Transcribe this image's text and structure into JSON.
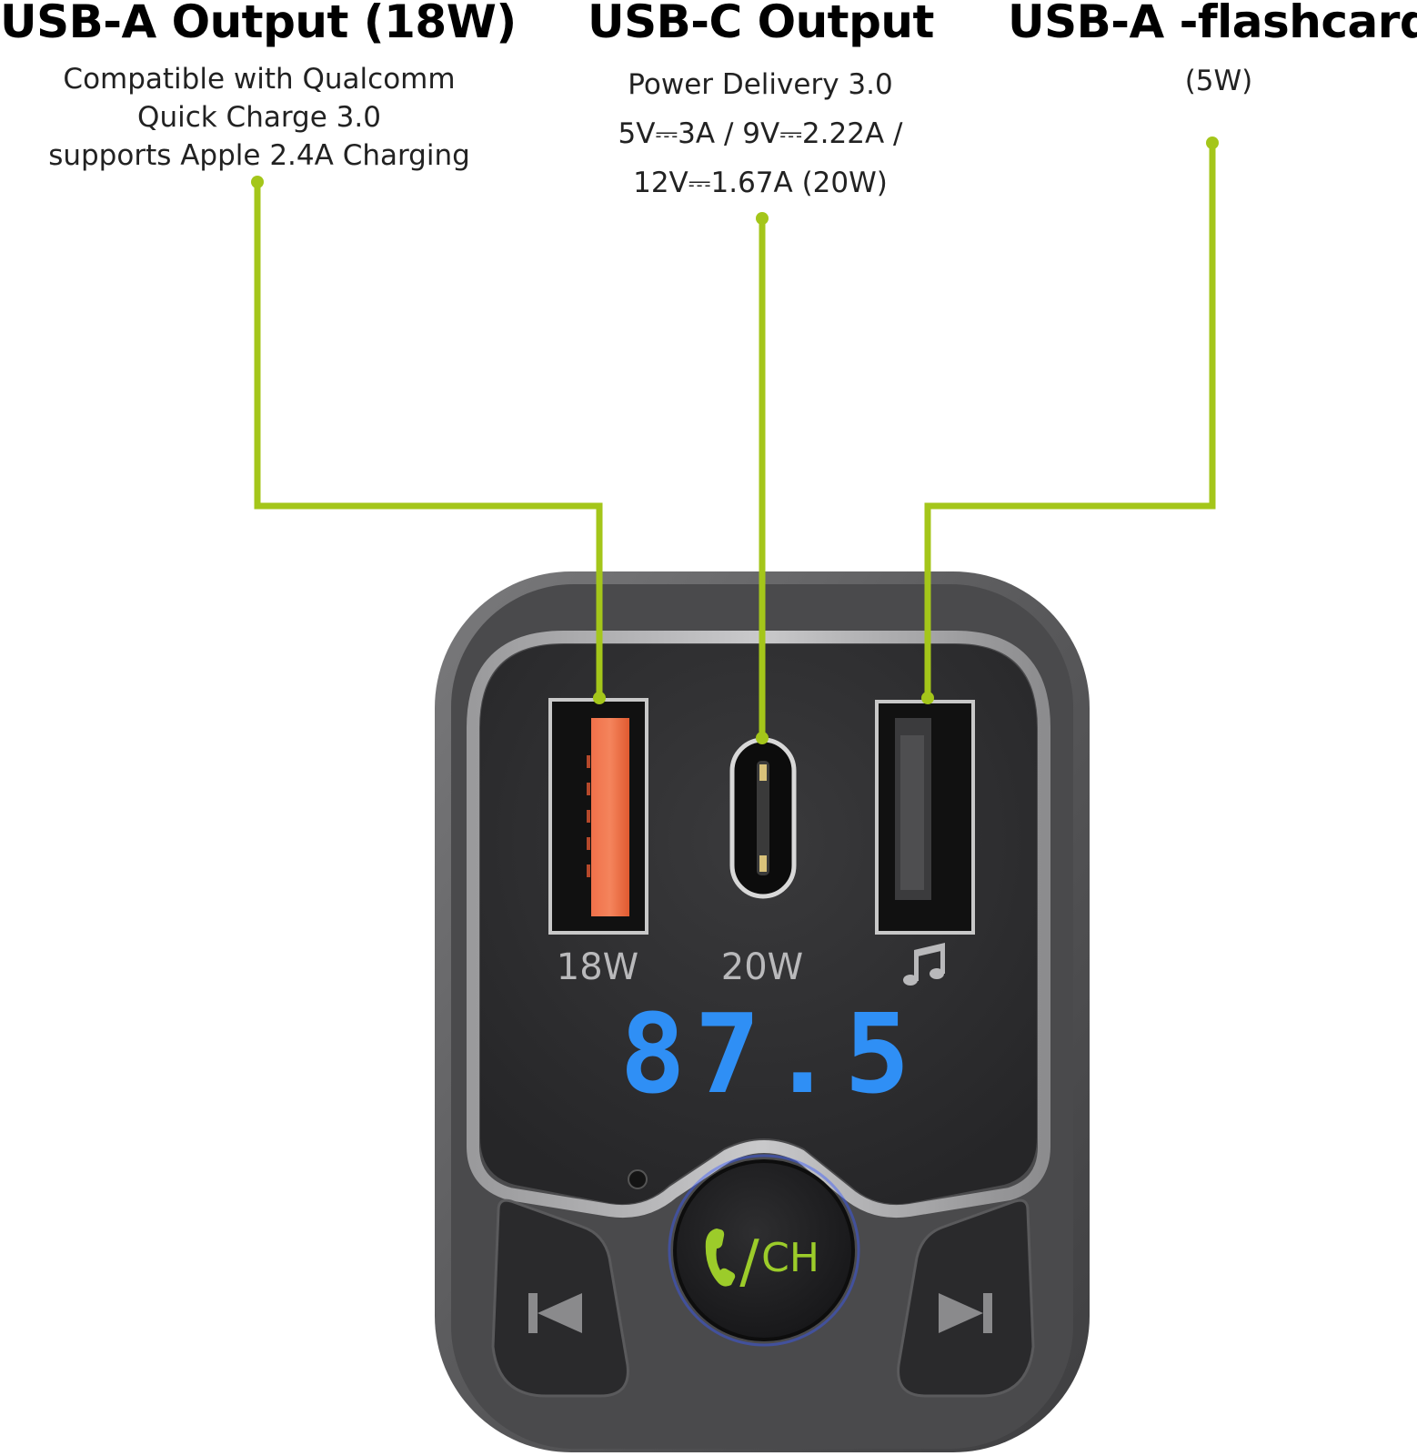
{
  "callouts": [
    {
      "title": "USB-A Output (18W)",
      "lines": [
        "Compatible with Qualcomm",
        "Quick Charge 3.0",
        "supports Apple 2.4A Charging"
      ]
    },
    {
      "title": "USB-C Output",
      "lines": [
        "Power Delivery 3.0",
        "5V⎓3A / 9V⎓2.22A /",
        "12V⎓1.67A (20W)"
      ]
    },
    {
      "title": "USB-A -flashcard",
      "lines": [
        "(5W)"
      ]
    }
  ],
  "device": {
    "port_labels": [
      "18W",
      "20W"
    ],
    "music_icon": "music-note-icon",
    "display_frequency": "87.5",
    "center_button_label": "CH",
    "center_button_icon": "phone-icon",
    "prev_icon": "previous-track-icon",
    "next_icon": "next-track-icon"
  },
  "colors": {
    "callout_line": "#a4c61a",
    "display_digits": "#2f8ff5",
    "usb_a_fast_insert": "#ee6a3f",
    "phone_icon": "#9ccc2a"
  }
}
